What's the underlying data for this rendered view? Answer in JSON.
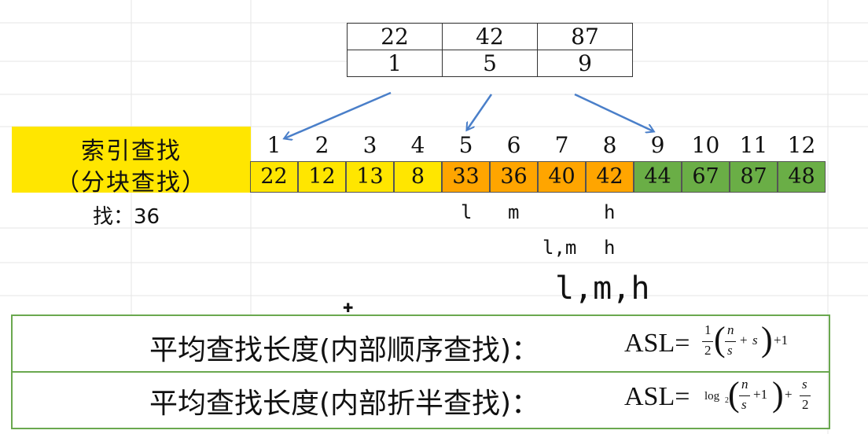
{
  "index_table": {
    "max_keys": [
      "22",
      "42",
      "87"
    ],
    "start_positions": [
      "1",
      "5",
      "9"
    ]
  },
  "label": {
    "line1": "索引查找",
    "line2": "（分块查找）",
    "search": "找：36"
  },
  "positions": [
    "1",
    "2",
    "3",
    "4",
    "5",
    "6",
    "7",
    "8",
    "9",
    "10",
    "11",
    "12"
  ],
  "cells": [
    {
      "value": "22",
      "block": 1
    },
    {
      "value": "12",
      "block": 1
    },
    {
      "value": "13",
      "block": 1
    },
    {
      "value": "8",
      "block": 1
    },
    {
      "value": "33",
      "block": 2
    },
    {
      "value": "36",
      "block": 2
    },
    {
      "value": "40",
      "block": 2
    },
    {
      "value": "42",
      "block": 2
    },
    {
      "value": "44",
      "block": 3
    },
    {
      "value": "67",
      "block": 3
    },
    {
      "value": "87",
      "block": 3
    },
    {
      "value": "48",
      "block": 3
    }
  ],
  "block_colors": {
    "1": "#ffe600",
    "2": "#ffa500",
    "3": "#6aae46"
  },
  "pointers": {
    "row1": {
      "l": "l",
      "m": "m",
      "h": "h"
    },
    "row2": {
      "lm": "l,m",
      "h": "h"
    },
    "row3": "l,m,h"
  },
  "formulas": {
    "seq": {
      "text": "平均查找长度(内部顺序查找)：",
      "asl": "ASL=",
      "one": "1",
      "two": "2",
      "n": "n",
      "s": "s",
      "plus": "+",
      "s2": "s",
      "plus_one": "+1"
    },
    "bin": {
      "text": "平均查找长度(内部折半查找)：",
      "asl": "ASL=",
      "log": "log",
      "base": "2",
      "n": "n",
      "s": "s",
      "plus_one": "+1",
      "plus": "+",
      "s_num": "s",
      "two": "2"
    }
  }
}
